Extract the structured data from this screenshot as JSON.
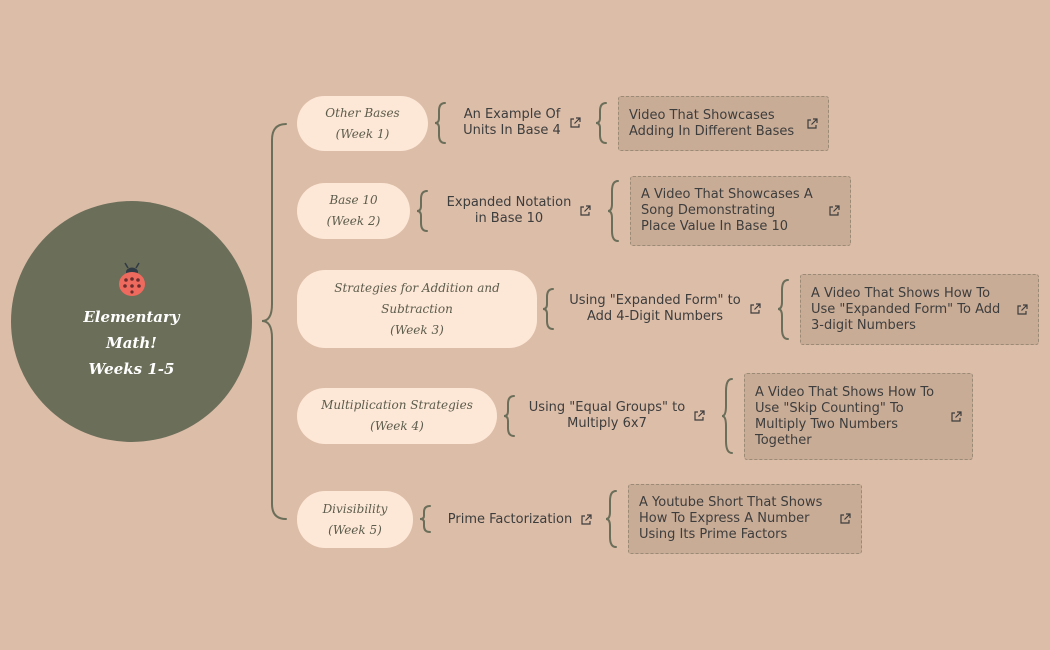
{
  "root": {
    "title": "Elementary\nMath!\nWeeks 1-5",
    "icon": "ladybug-icon"
  },
  "branches": [
    {
      "topic": "Other Bases\n(Week 1)",
      "link": "An Example Of\nUnits In Base 4",
      "resource": "Video That Showcases\nAdding In Different Bases"
    },
    {
      "topic": "Base 10\n(Week 2)",
      "link": "Expanded Notation\nin Base 10",
      "resource": "A Video That Showcases A\nSong Demonstrating\nPlace Value In Base 10"
    },
    {
      "topic": "Strategies for Addition and\nSubtraction\n(Week 3)",
      "link": "Using \"Expanded Form\" to\nAdd 4-Digit Numbers",
      "resource": "A Video That Shows How To\nUse \"Expanded Form\" To Add\n3-digit Numbers"
    },
    {
      "topic": "Multiplication Strategies\n(Week 4)",
      "link": "Using \"Equal Groups\" to\nMultiply 6x7",
      "resource": "A Video That Shows How To\nUse \"Skip Counting\" To\nMultiply Two Numbers\nTogether"
    },
    {
      "topic": "Divisibility\n(Week 5)",
      "link": "Prime Factorization",
      "resource": "A Youtube Short That Shows\nHow To Express A Number\nUsing Its Prime Factors"
    }
  ],
  "colors": {
    "background": "#dcbda8",
    "root_fill": "#6b6e59",
    "topic_fill": "#fde7d6",
    "resource_fill": "#c9ac96",
    "connector": "#6b6e59"
  },
  "icons": {
    "link_icon": "external-link-icon"
  }
}
